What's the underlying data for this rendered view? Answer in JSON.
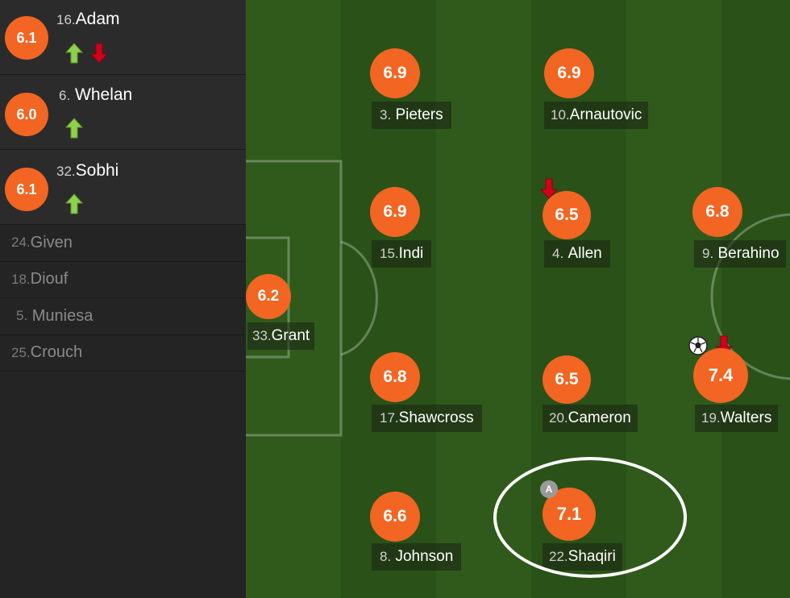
{
  "substitutes": [
    {
      "rating": "6.1",
      "number": "16.",
      "name": "Adam",
      "in": true,
      "out": true
    },
    {
      "rating": "6.0",
      "number": "6.",
      "name": "Whelan",
      "in": true,
      "out": false
    },
    {
      "rating": "6.1",
      "number": "32.",
      "name": "Sobhi",
      "in": true,
      "out": false
    }
  ],
  "bench": [
    {
      "number": "24.",
      "name": "Given"
    },
    {
      "number": "18.",
      "name": "Diouf"
    },
    {
      "number": "5.",
      "name": "Muniesa"
    },
    {
      "number": "25.",
      "name": "Crouch"
    }
  ],
  "players": [
    {
      "id": "grant",
      "rating": "6.2",
      "number": "33.",
      "name": "Grant"
    },
    {
      "id": "pieters",
      "rating": "6.9",
      "number": "3.",
      "name": "Pieters"
    },
    {
      "id": "indi",
      "rating": "6.9",
      "number": "15.",
      "name": "Indi"
    },
    {
      "id": "shawcross",
      "rating": "6.8",
      "number": "17.",
      "name": "Shawcross"
    },
    {
      "id": "johnson",
      "rating": "6.6",
      "number": "8.",
      "name": "Johnson"
    },
    {
      "id": "arnautovic",
      "rating": "6.9",
      "number": "10.",
      "name": "Arnautovic"
    },
    {
      "id": "allen",
      "rating": "6.5",
      "number": "4.",
      "name": "Allen"
    },
    {
      "id": "cameron",
      "rating": "6.5",
      "number": "20.",
      "name": "Cameron"
    },
    {
      "id": "shaqiri",
      "rating": "7.1",
      "number": "22.",
      "name": "Shaqiri"
    },
    {
      "id": "berahino",
      "rating": "6.8",
      "number": "9.",
      "name": "Berahino"
    },
    {
      "id": "walters",
      "rating": "7.4",
      "number": "19.",
      "name": "Walters"
    }
  ],
  "captain_label": "A",
  "colors": {
    "rating_badge": "#f26522",
    "arrow_in": "#8fd14f",
    "arrow_out": "#d0021b"
  },
  "icons": {
    "sub_in": "arrow-up-icon",
    "sub_out": "arrow-down-icon",
    "goal": "football-icon",
    "captain": "captain-badge"
  }
}
